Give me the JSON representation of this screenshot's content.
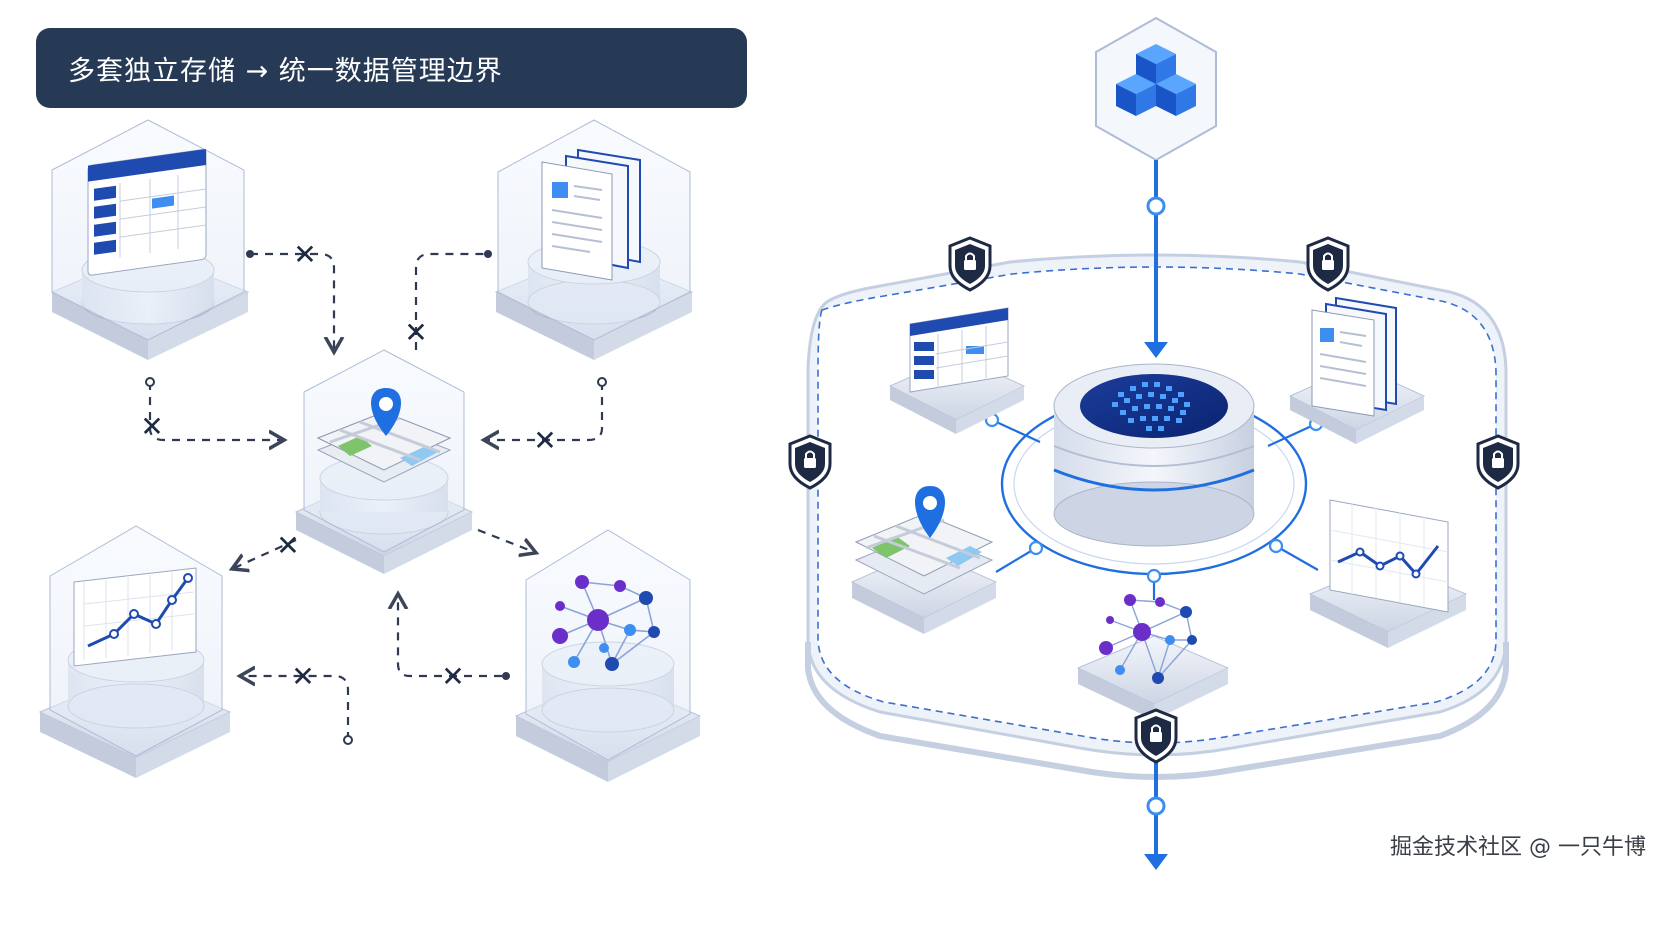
{
  "title": "多套独立存储 → 统一数据管理边界",
  "watermark": "掘金技术社区 @ 一只牛博",
  "colors": {
    "navy": "#263a55",
    "blue": "#1f6fe0",
    "dark_line": "#1e2a44",
    "purple": "#6b2fc9",
    "map_green": "#7ec46a",
    "map_water": "#8fc8f0"
  },
  "left_panel": {
    "stores": [
      {
        "kind": "table-store",
        "icon": "table-icon"
      },
      {
        "kind": "document-store",
        "icon": "document-icon"
      },
      {
        "kind": "geo-store",
        "icon": "map-pin-icon"
      },
      {
        "kind": "timeseries-store",
        "icon": "line-chart-icon"
      },
      {
        "kind": "graph-store",
        "icon": "graph-network-icon"
      }
    ],
    "broken_link_marker": "✕"
  },
  "right_panel": {
    "top_node_icon": "cubes-icon",
    "hub_icon": "grid-database-icon",
    "boundary_lock_icon": "lock-shield-icon",
    "modules": [
      "table",
      "document",
      "geo",
      "timeseries",
      "graph"
    ]
  }
}
